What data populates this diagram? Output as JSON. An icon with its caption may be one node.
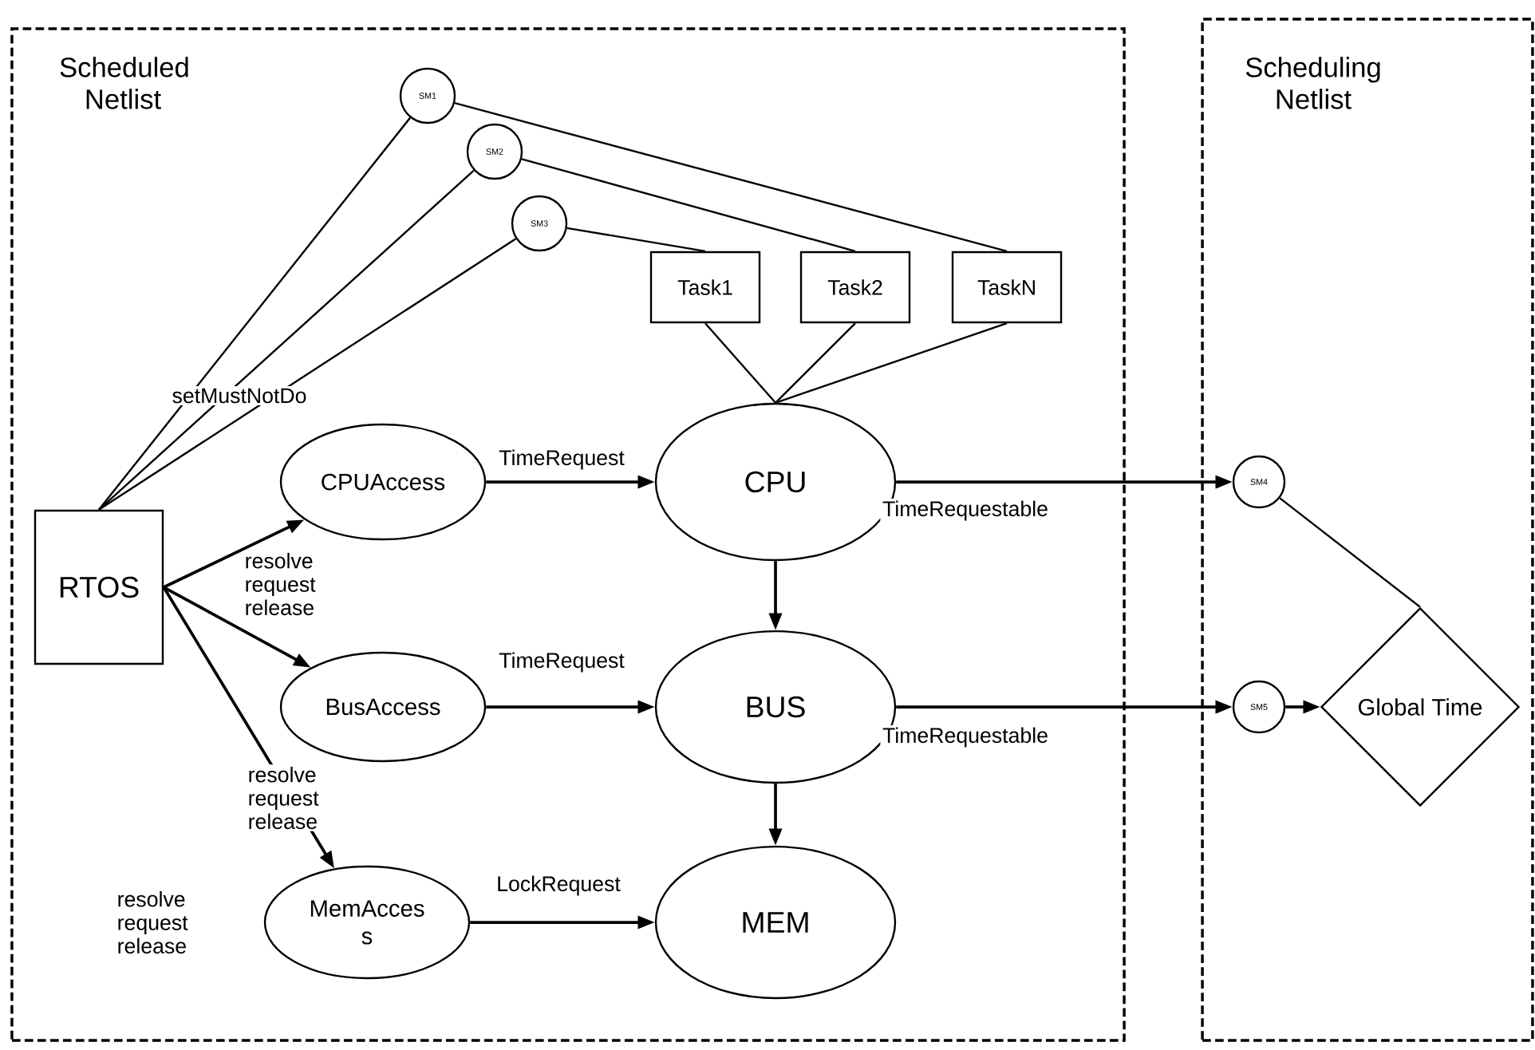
{
  "diagram": {
    "nodes": [
      {
        "text": [
          "Scheduled Netlist"
        ]
      },
      {
        "text": [
          "Scheduling Netlist"
        ]
      },
      {
        "text": [
          "SM1"
        ],
        "in": 0
      },
      {
        "text": [
          "SM2"
        ],
        "in": 0
      },
      {
        "text": [
          "SM3"
        ],
        "in": 0
      },
      {
        "text": [
          "Task1"
        ],
        "in": 0
      },
      {
        "text": [
          "Task2"
        ],
        "in": 0
      },
      {
        "text": [
          "TaskN"
        ],
        "in": 0
      },
      {
        "text": [
          "RTOS"
        ],
        "in": 0
      },
      {
        "text": [
          "CPUAccess"
        ],
        "in": 0
      },
      {
        "text": [
          "CPU"
        ],
        "in": 0
      },
      {
        "text": [
          "BusAccess"
        ],
        "in": 0
      },
      {
        "text": [
          "BUS"
        ],
        "in": 0
      },
      {
        "text": [
          "MemAcces s"
        ],
        "in": 0
      },
      {
        "text": [
          "MEM"
        ],
        "in": 0
      },
      {
        "text": [
          "SM4"
        ],
        "in": 1
      },
      {
        "text": [
          "SM5"
        ],
        "in": 1
      },
      {
        "text": [
          "Global Time"
        ],
        "in": 1
      }
    ],
    "edges": [
      {
        "from": 8,
        "to": 2,
        "arrow": "none"
      },
      {
        "from": 8,
        "to": 3,
        "arrow": "none",
        "label": "setMustNotDo"
      },
      {
        "from": 8,
        "to": 4,
        "arrow": "none"
      },
      {
        "from": 2,
        "to": 7,
        "arrow": "none"
      },
      {
        "from": 3,
        "to": 6,
        "arrow": "none"
      },
      {
        "from": 4,
        "to": 5,
        "arrow": "none"
      },
      {
        "from": 5,
        "to": 10,
        "arrow": "none"
      },
      {
        "from": 6,
        "to": 10,
        "arrow": "none"
      },
      {
        "from": 7,
        "to": 10,
        "arrow": "none"
      },
      {
        "from": 8,
        "to": 9,
        "arrow": "to",
        "label": "resolve request release"
      },
      {
        "from": 8,
        "to": 11,
        "arrow": "to"
      },
      {
        "from": 8,
        "to": 13,
        "arrow": "to",
        "label": "resolve request release"
      },
      {
        "from": 9,
        "to": 10,
        "arrow": "to",
        "label": "TimeRequest"
      },
      {
        "from": 11,
        "to": 12,
        "arrow": "to",
        "label": "TimeRequest"
      },
      {
        "from": 13,
        "to": 14,
        "arrow": "to",
        "label": "LockRequest"
      },
      {
        "from": 10,
        "to": 12,
        "arrow": "to"
      },
      {
        "from": 12,
        "to": 14,
        "arrow": "to"
      },
      {
        "from": 10,
        "to": 15,
        "arrow": "to",
        "label": "TimeRequestable"
      },
      {
        "from": 12,
        "to": 16,
        "arrow": "to",
        "label": "TimeRequestable"
      },
      {
        "from": 15,
        "to": 17,
        "arrow": "none"
      },
      {
        "from": 16,
        "to": 17,
        "arrow": "to"
      }
    ],
    "labels": [
      "resolve request release"
    ]
  }
}
